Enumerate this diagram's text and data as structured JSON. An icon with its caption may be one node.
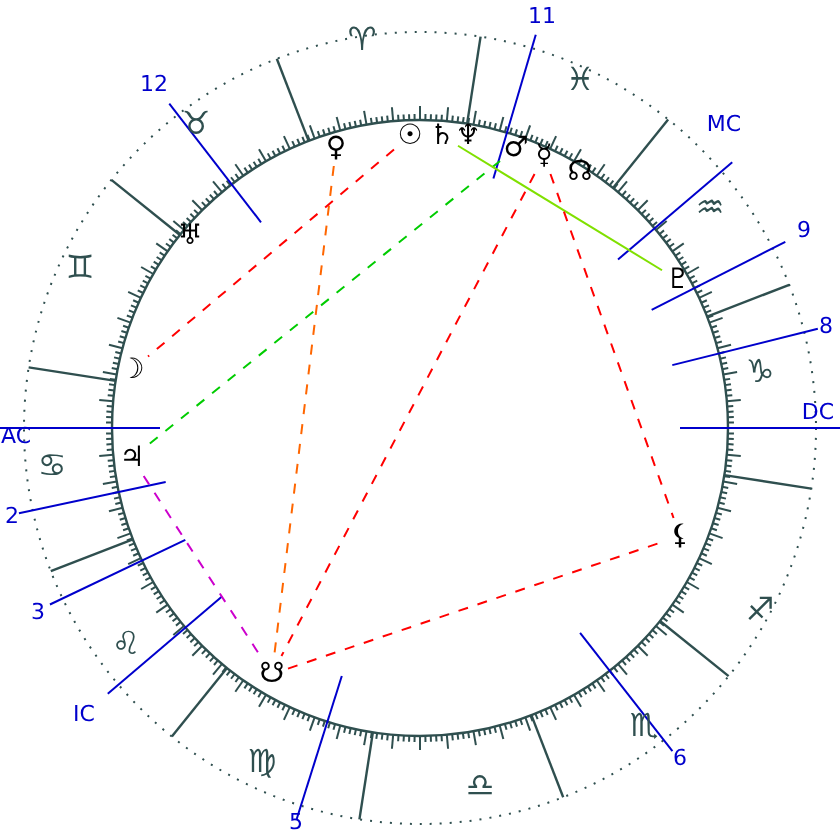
{
  "diagram": {
    "nodes": [
      {
        "text": [
          "☉"
        ]
      },
      {
        "text": [
          "♄"
        ]
      },
      {
        "text": [
          "♆"
        ]
      },
      {
        "text": [
          "♂"
        ]
      },
      {
        "text": [
          "♀"
        ]
      },
      {
        "text": [
          "☿"
        ]
      },
      {
        "text": [
          "☊"
        ]
      },
      {
        "text": [
          "♅"
        ]
      },
      {
        "text": [
          "♇"
        ]
      },
      {
        "text": [
          "☽"
        ]
      },
      {
        "text": [
          "♃"
        ]
      },
      {
        "text": [
          "⚸"
        ]
      },
      {
        "text": [
          "☋"
        ]
      }
    ],
    "edges": [
      {
        "from": 4,
        "to": 12,
        "arrow": "none",
        "style": "dashed",
        "color": "#ff6600"
      },
      {
        "from": 0,
        "to": 9,
        "arrow": "none",
        "style": "dashed"
      },
      {
        "from": 3,
        "to": 10,
        "arrow": "none",
        "style": "dashed",
        "color": "#00cc00"
      },
      {
        "from": 1,
        "to": 8,
        "arrow": "none",
        "color": "#80e000"
      },
      {
        "from": 5,
        "to": 12,
        "arrow": "none",
        "style": "dashed"
      },
      {
        "from": 5,
        "to": 11,
        "arrow": "none",
        "style": "dashed"
      },
      {
        "from": 12,
        "to": 11,
        "arrow": "none",
        "style": "dashed"
      },
      {
        "from": 10,
        "to": 12,
        "arrow": "none",
        "style": "dashed",
        "color": "#cc00cc"
      }
    ],
    "labels": [
      "11",
      "♈",
      "♓",
      "12",
      "♉",
      "MC",
      "♒",
      "9",
      "♊",
      "8",
      "♑",
      "DC",
      "AC",
      "♋",
      "2",
      "3",
      "♐",
      "♌",
      "IC",
      "♏",
      "6",
      "♍",
      "♎",
      "5"
    ]
  }
}
